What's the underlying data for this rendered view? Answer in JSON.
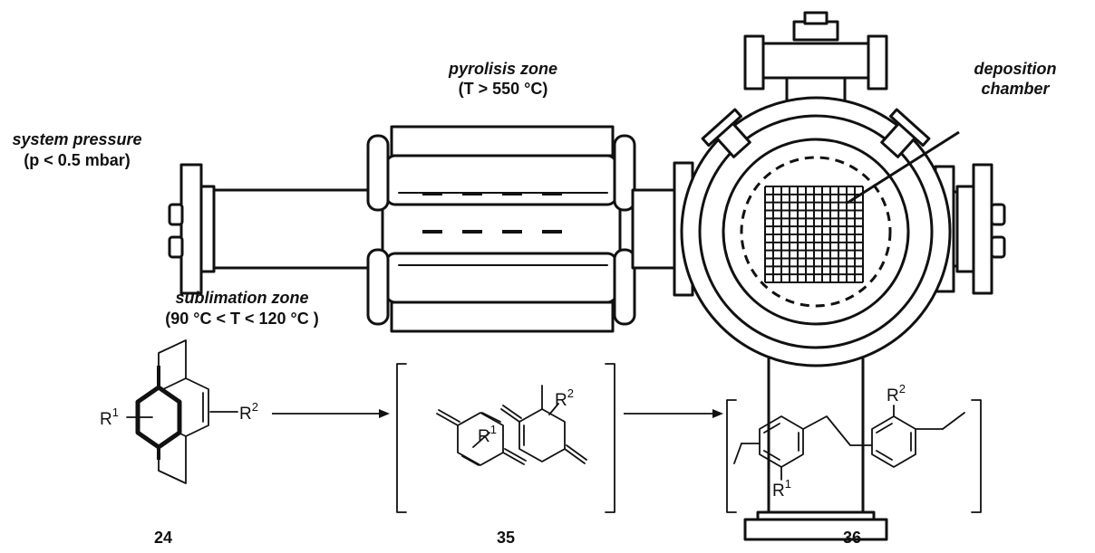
{
  "labels": {
    "pyrolysis_title": "pyrolisis zone",
    "pyrolysis_temp": "(T > 550 °C)",
    "deposition_line1": "deposition",
    "deposition_line2": "chamber",
    "pressure_title": "system pressure",
    "pressure_value": "(p < 0.5 mbar)",
    "sublimation_title": "sublimation zone",
    "sublimation_temp": "(90 °C < T < 120 °C )"
  },
  "compounds": {
    "c1": "24",
    "c2": "35",
    "c3": "36"
  },
  "substituents": {
    "r": "R",
    "one": "1",
    "two": "2"
  }
}
